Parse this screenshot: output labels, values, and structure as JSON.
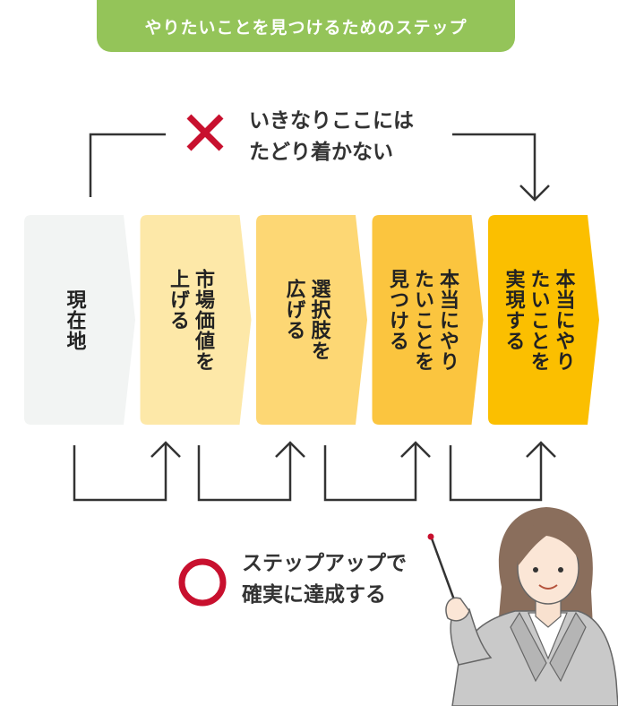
{
  "header": {
    "title": "やりたいことを見つけるためのステップ"
  },
  "bad_path": {
    "line1": "いきなりここには",
    "line2": "たどり着かない"
  },
  "good_path": {
    "line1": "ステップアップで",
    "line2": "確実に達成する"
  },
  "stages": [
    {
      "label": "現在地",
      "color": "#f2f4f3"
    },
    {
      "label": "市場価値を\n上げる",
      "color": "#fde8a8"
    },
    {
      "label": "選択肢を\n広げる",
      "color": "#fdd774"
    },
    {
      "label": "本当にやり\nたいことを\n見つける",
      "color": "#fbc53f"
    },
    {
      "label": "本当にやり\nたいことを\n実現する",
      "color": "#fbbf00"
    }
  ],
  "colors": {
    "header": "#94c459",
    "cross": "#c8102e",
    "circle": "#c8102e",
    "line": "#333333"
  }
}
